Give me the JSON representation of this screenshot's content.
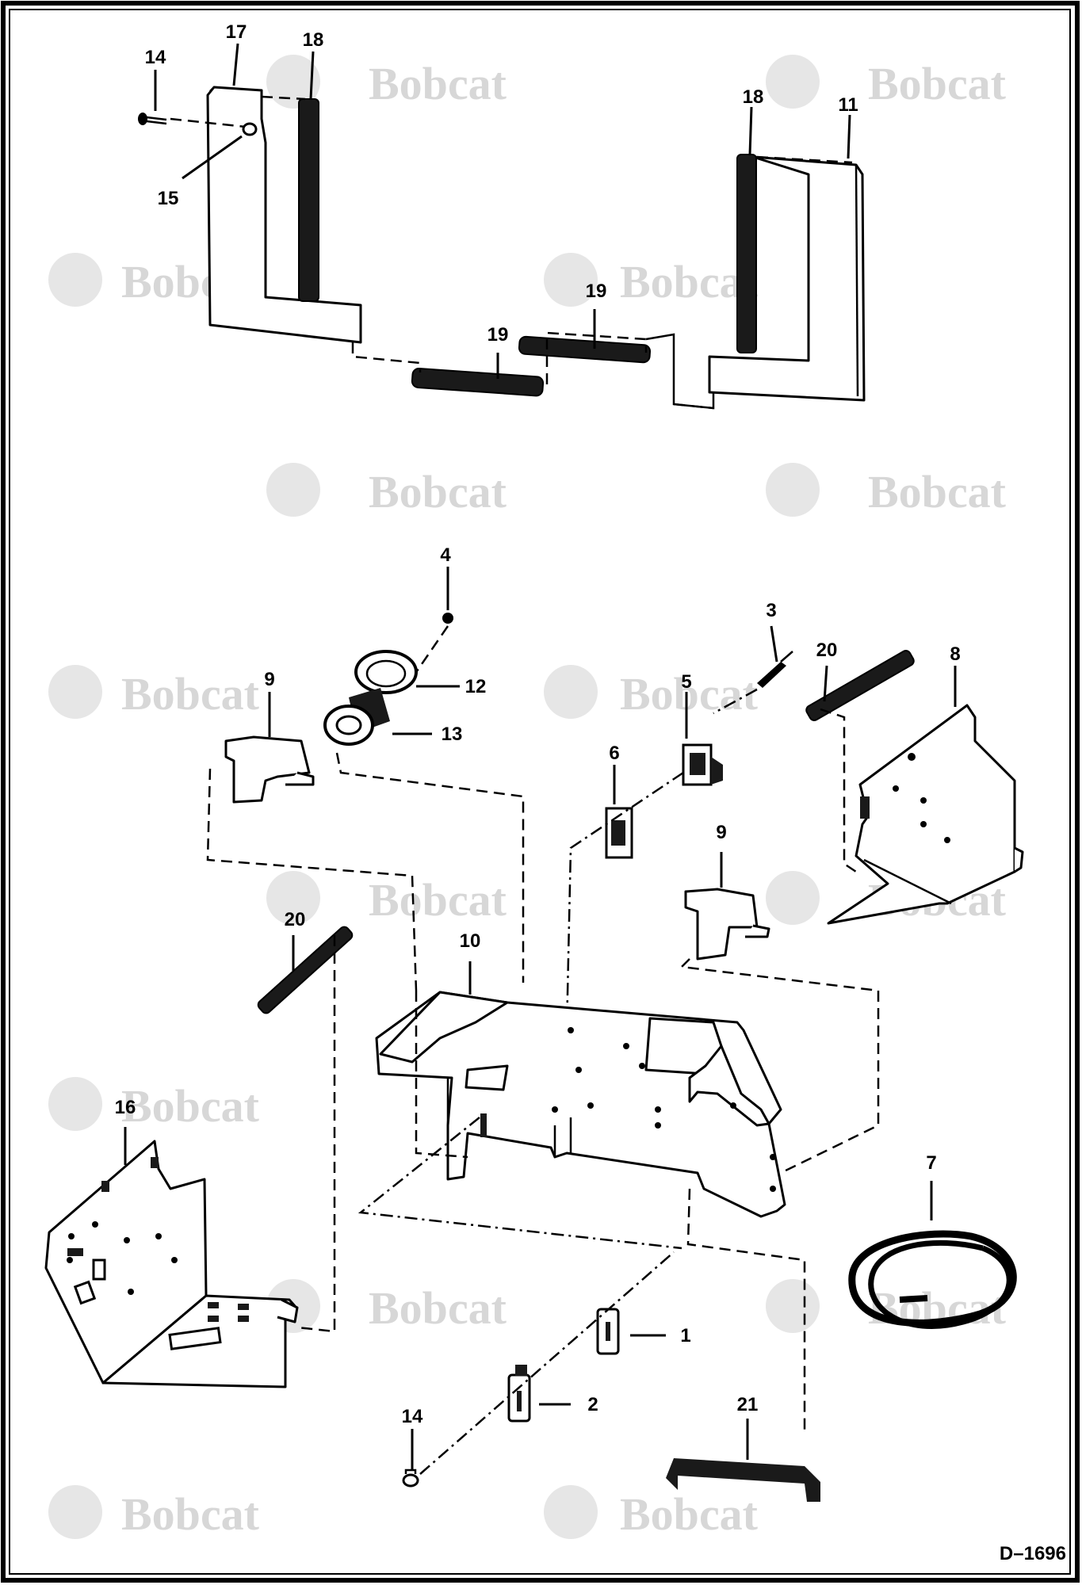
{
  "drawing": {
    "code": "D–1696",
    "watermark_text": "Bobcat",
    "colors": {
      "line": "#000000",
      "background": "#ffffff",
      "watermark": "#d7d7d7"
    }
  },
  "callouts": [
    {
      "id": "c14a",
      "label": "14"
    },
    {
      "id": "c17",
      "label": "17"
    },
    {
      "id": "c18a",
      "label": "18"
    },
    {
      "id": "c15",
      "label": "15"
    },
    {
      "id": "c18b",
      "label": "18"
    },
    {
      "id": "c11",
      "label": "11"
    },
    {
      "id": "c19a",
      "label": "19"
    },
    {
      "id": "c19b",
      "label": "19"
    },
    {
      "id": "c4",
      "label": "4"
    },
    {
      "id": "c3",
      "label": "3"
    },
    {
      "id": "c20a",
      "label": "20"
    },
    {
      "id": "c8",
      "label": "8"
    },
    {
      "id": "c9a",
      "label": "9"
    },
    {
      "id": "c12",
      "label": "12"
    },
    {
      "id": "c13",
      "label": "13"
    },
    {
      "id": "c5",
      "label": "5"
    },
    {
      "id": "c6",
      "label": "6"
    },
    {
      "id": "c9b",
      "label": "9"
    },
    {
      "id": "c20b",
      "label": "20"
    },
    {
      "id": "c10",
      "label": "10"
    },
    {
      "id": "c16",
      "label": "16"
    },
    {
      "id": "c7",
      "label": "7"
    },
    {
      "id": "c1",
      "label": "1"
    },
    {
      "id": "c2",
      "label": "2"
    },
    {
      "id": "c14b",
      "label": "14"
    },
    {
      "id": "c21",
      "label": "21"
    }
  ]
}
